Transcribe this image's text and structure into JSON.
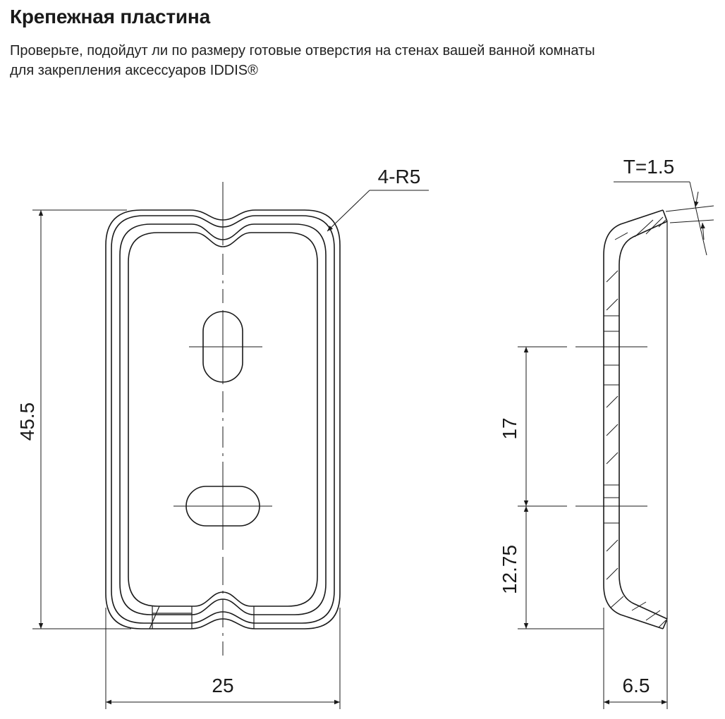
{
  "header": {
    "title": "Крепежная пластина",
    "description_line1": "Проверьте, подойдут ли по размеру готовые отверстия на стенах вашей ванной комнаты",
    "description_line2": "для закрепления аксессуаров IDDIS®"
  },
  "front_view": {
    "height_label": "45.5",
    "width_label": "25",
    "corner_radius_label": "4-R5"
  },
  "side_view": {
    "thickness_label": "T=1.5",
    "hole_spacing_label": "17",
    "bottom_offset_label": "12.75",
    "depth_label": "6.5"
  }
}
